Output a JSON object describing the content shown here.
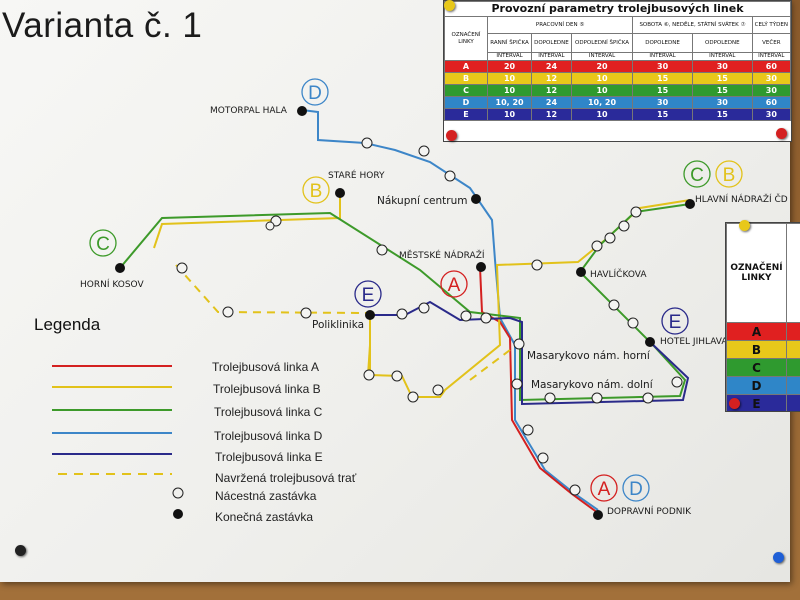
{
  "title": "Varianta č. 1",
  "legend": {
    "heading": "Legenda",
    "items": [
      {
        "label": "Trolejbusová linka A",
        "color": "#d42020",
        "style": "solid"
      },
      {
        "label": "Trolejbusová linka B",
        "color": "#e2c21a",
        "style": "solid"
      },
      {
        "label": "Trolejbusová linka C",
        "color": "#3d9a2a",
        "style": "solid"
      },
      {
        "label": "Trolejbusová linka D",
        "color": "#3d86c8",
        "style": "solid"
      },
      {
        "label": "Trolejbusová linka E",
        "color": "#2a2a8a",
        "style": "solid"
      },
      {
        "label": "Navržená trolejbusová trať",
        "color": "#e2c21a",
        "style": "dashed"
      },
      {
        "label": "Nácestná zastávka",
        "style": "open-circle"
      },
      {
        "label": "Konečná zastávka",
        "style": "filled-circle"
      }
    ]
  },
  "stops": {
    "motorpal": "MOTORPAL HALA",
    "stare_hory": "STARÉ HORY",
    "nakupni": "Nákupní centrum",
    "hlavni": "HLAVNÍ NÁDRAŽÍ ČD",
    "kosov": "HORNÍ KOSOV",
    "mestske": "MĚSTSKÉ NÁDRAŽÍ",
    "havlickova": "HAVLÍČKOVA",
    "poliklinika": "Poliklinika",
    "hotel": "HOTEL JIHLAVA",
    "masaryk_horni": "Masarykovo nám. horní",
    "masaryk_dolni": "Masarykovo nám. dolní",
    "podnik": "DOPRAVNÍ PODNIK"
  },
  "line_badges": [
    "D",
    "B",
    "C",
    "C",
    "B",
    "E",
    "A",
    "E",
    "A",
    "D"
  ],
  "timetable": {
    "title": "Provozní parametry trolejbusových linek",
    "col_label": "OZNAČENÍ LINKY",
    "groups": [
      "PRACOVNÍ DEN ⑤",
      "SOBOTA ⑥, NEDĚLE, STÁTNÍ SVÁTEK ⑦",
      "CELÝ TÝDEN"
    ],
    "subheaders": [
      "RANNÍ ŠPIČKA",
      "DOPOLEDNE",
      "ODPOLEDNÍ ŠPIČKA",
      "DOPOLEDNE",
      "ODPOLEDNE",
      "VEČER"
    ],
    "interval_label": "INTERVAL",
    "rows": [
      {
        "line": "A",
        "color": "#e02020",
        "values": [
          "20",
          "24",
          "20",
          "30",
          "30",
          "60"
        ]
      },
      {
        "line": "B",
        "color": "#e8c81a",
        "values": [
          "10",
          "12",
          "10",
          "15",
          "15",
          "30"
        ]
      },
      {
        "line": "C",
        "color": "#2f9a2f",
        "values": [
          "10",
          "12",
          "10",
          "15",
          "15",
          "30"
        ]
      },
      {
        "line": "D",
        "color": "#2f86c8",
        "values": [
          "10, 20",
          "24",
          "10, 20",
          "30",
          "30",
          "60"
        ]
      },
      {
        "line": "E",
        "color": "#2a2a9a",
        "values": [
          "10",
          "12",
          "10",
          "15",
          "15",
          "30"
        ]
      }
    ]
  },
  "timetable2": {
    "col_label": "OZNAČENÍ LINKY",
    "rows": [
      {
        "line": "A",
        "color": "#e02020"
      },
      {
        "line": "B",
        "color": "#e8c81a"
      },
      {
        "line": "C",
        "color": "#2f9a2f"
      },
      {
        "line": "D",
        "color": "#2f86c8"
      },
      {
        "line": "E",
        "color": "#2a2a9a"
      }
    ]
  }
}
